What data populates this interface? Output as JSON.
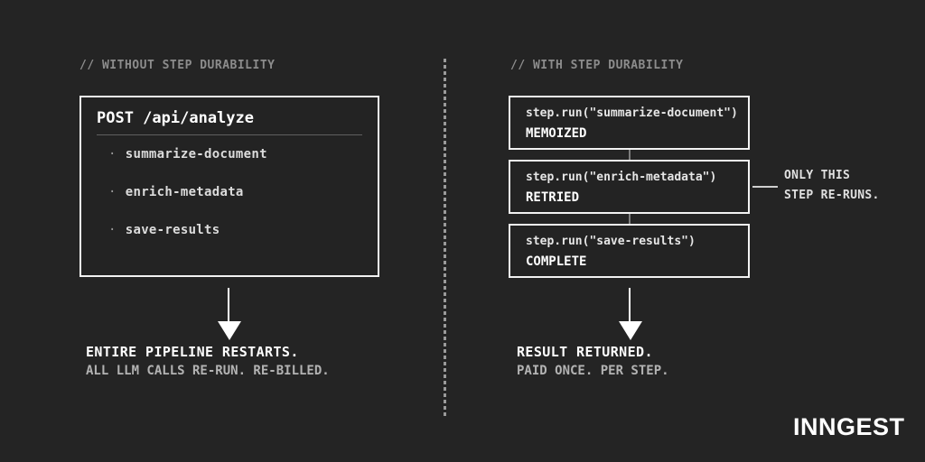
{
  "left": {
    "header": "// WITHOUT STEP DURABILITY",
    "box": {
      "title": "POST /api/analyze",
      "items": [
        {
          "bullet": "·",
          "label": "summarize-document"
        },
        {
          "bullet": "·",
          "label": "enrich-metadata"
        },
        {
          "bullet": "·",
          "label": "save-results"
        }
      ]
    },
    "result_title": "ENTIRE PIPELINE RESTARTS.",
    "result_subtitle": "ALL LLM CALLS RE-RUN. RE-BILLED."
  },
  "right": {
    "header": "// WITH STEP DURABILITY",
    "steps": [
      {
        "code": "step.run(\"summarize-document\")",
        "status": "MEMOIZED"
      },
      {
        "code": "step.run(\"enrich-metadata\")",
        "status": "RETRIED"
      },
      {
        "code": "step.run(\"save-results\")",
        "status": "COMPLETE"
      }
    ],
    "annotation": {
      "line1": "ONLY THIS",
      "line2": "STEP RE-RUNS."
    },
    "result_title": "RESULT RETURNED.",
    "result_subtitle": "PAID ONCE. PER STEP."
  },
  "logo": {
    "text": "INNGEST"
  },
  "colors": {
    "background": "#242424",
    "box_border": "#f2f2f2",
    "header_gray": "#8c8c8c",
    "primary_text": "#ffffff",
    "secondary_text": "#b3b3b3",
    "divider_gray": "#9a9a9a"
  }
}
